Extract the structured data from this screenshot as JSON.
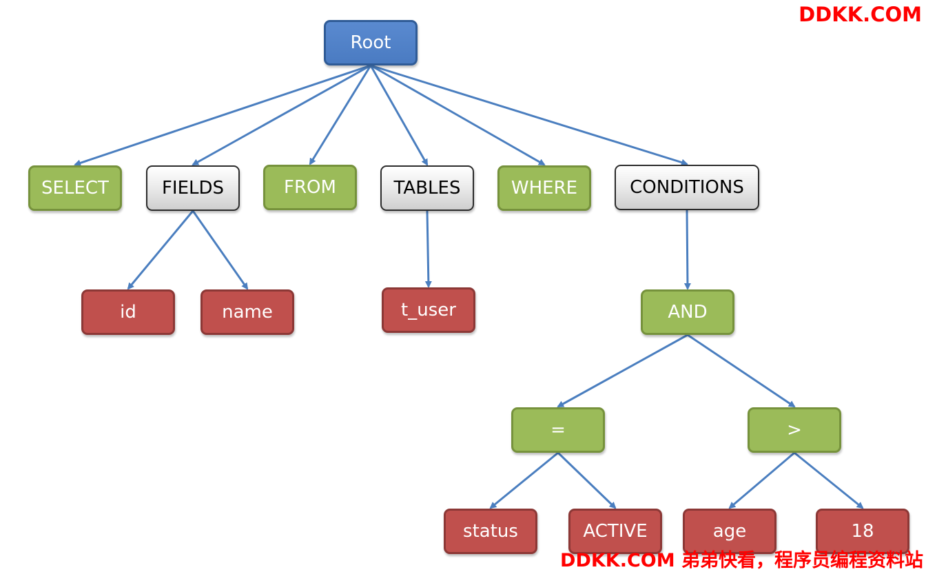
{
  "colors": {
    "root": "#4f81bd",
    "keyword": "#9bbb59",
    "container": "#d9d9d9",
    "leaf": "#c0504d",
    "edge": "#4a7ebf",
    "watermark": "#ff0000"
  },
  "nodes": {
    "root": "Root",
    "select": "SELECT",
    "fields": "FIELDS",
    "from": "FROM",
    "tables": "TABLES",
    "where": "WHERE",
    "conditions": "CONDITIONS",
    "id": "id",
    "name": "name",
    "t_user": "t_user",
    "and": "AND",
    "eq": "=",
    "gt": ">",
    "status": "status",
    "active": "ACTIVE",
    "age": "age",
    "eighteen": "18"
  },
  "edges": [
    [
      "root",
      "select"
    ],
    [
      "root",
      "fields"
    ],
    [
      "root",
      "from"
    ],
    [
      "root",
      "tables"
    ],
    [
      "root",
      "where"
    ],
    [
      "root",
      "conditions"
    ],
    [
      "fields",
      "id"
    ],
    [
      "fields",
      "name"
    ],
    [
      "tables",
      "t_user"
    ],
    [
      "conditions",
      "and"
    ],
    [
      "and",
      "eq"
    ],
    [
      "and",
      "gt"
    ],
    [
      "eq",
      "status"
    ],
    [
      "eq",
      "active"
    ],
    [
      "gt",
      "age"
    ],
    [
      "gt",
      "eighteen"
    ]
  ],
  "watermark_top": "DDKK.COM",
  "watermark_bottom": "DDKK.COM 弟弟快看，程序员编程资料站"
}
